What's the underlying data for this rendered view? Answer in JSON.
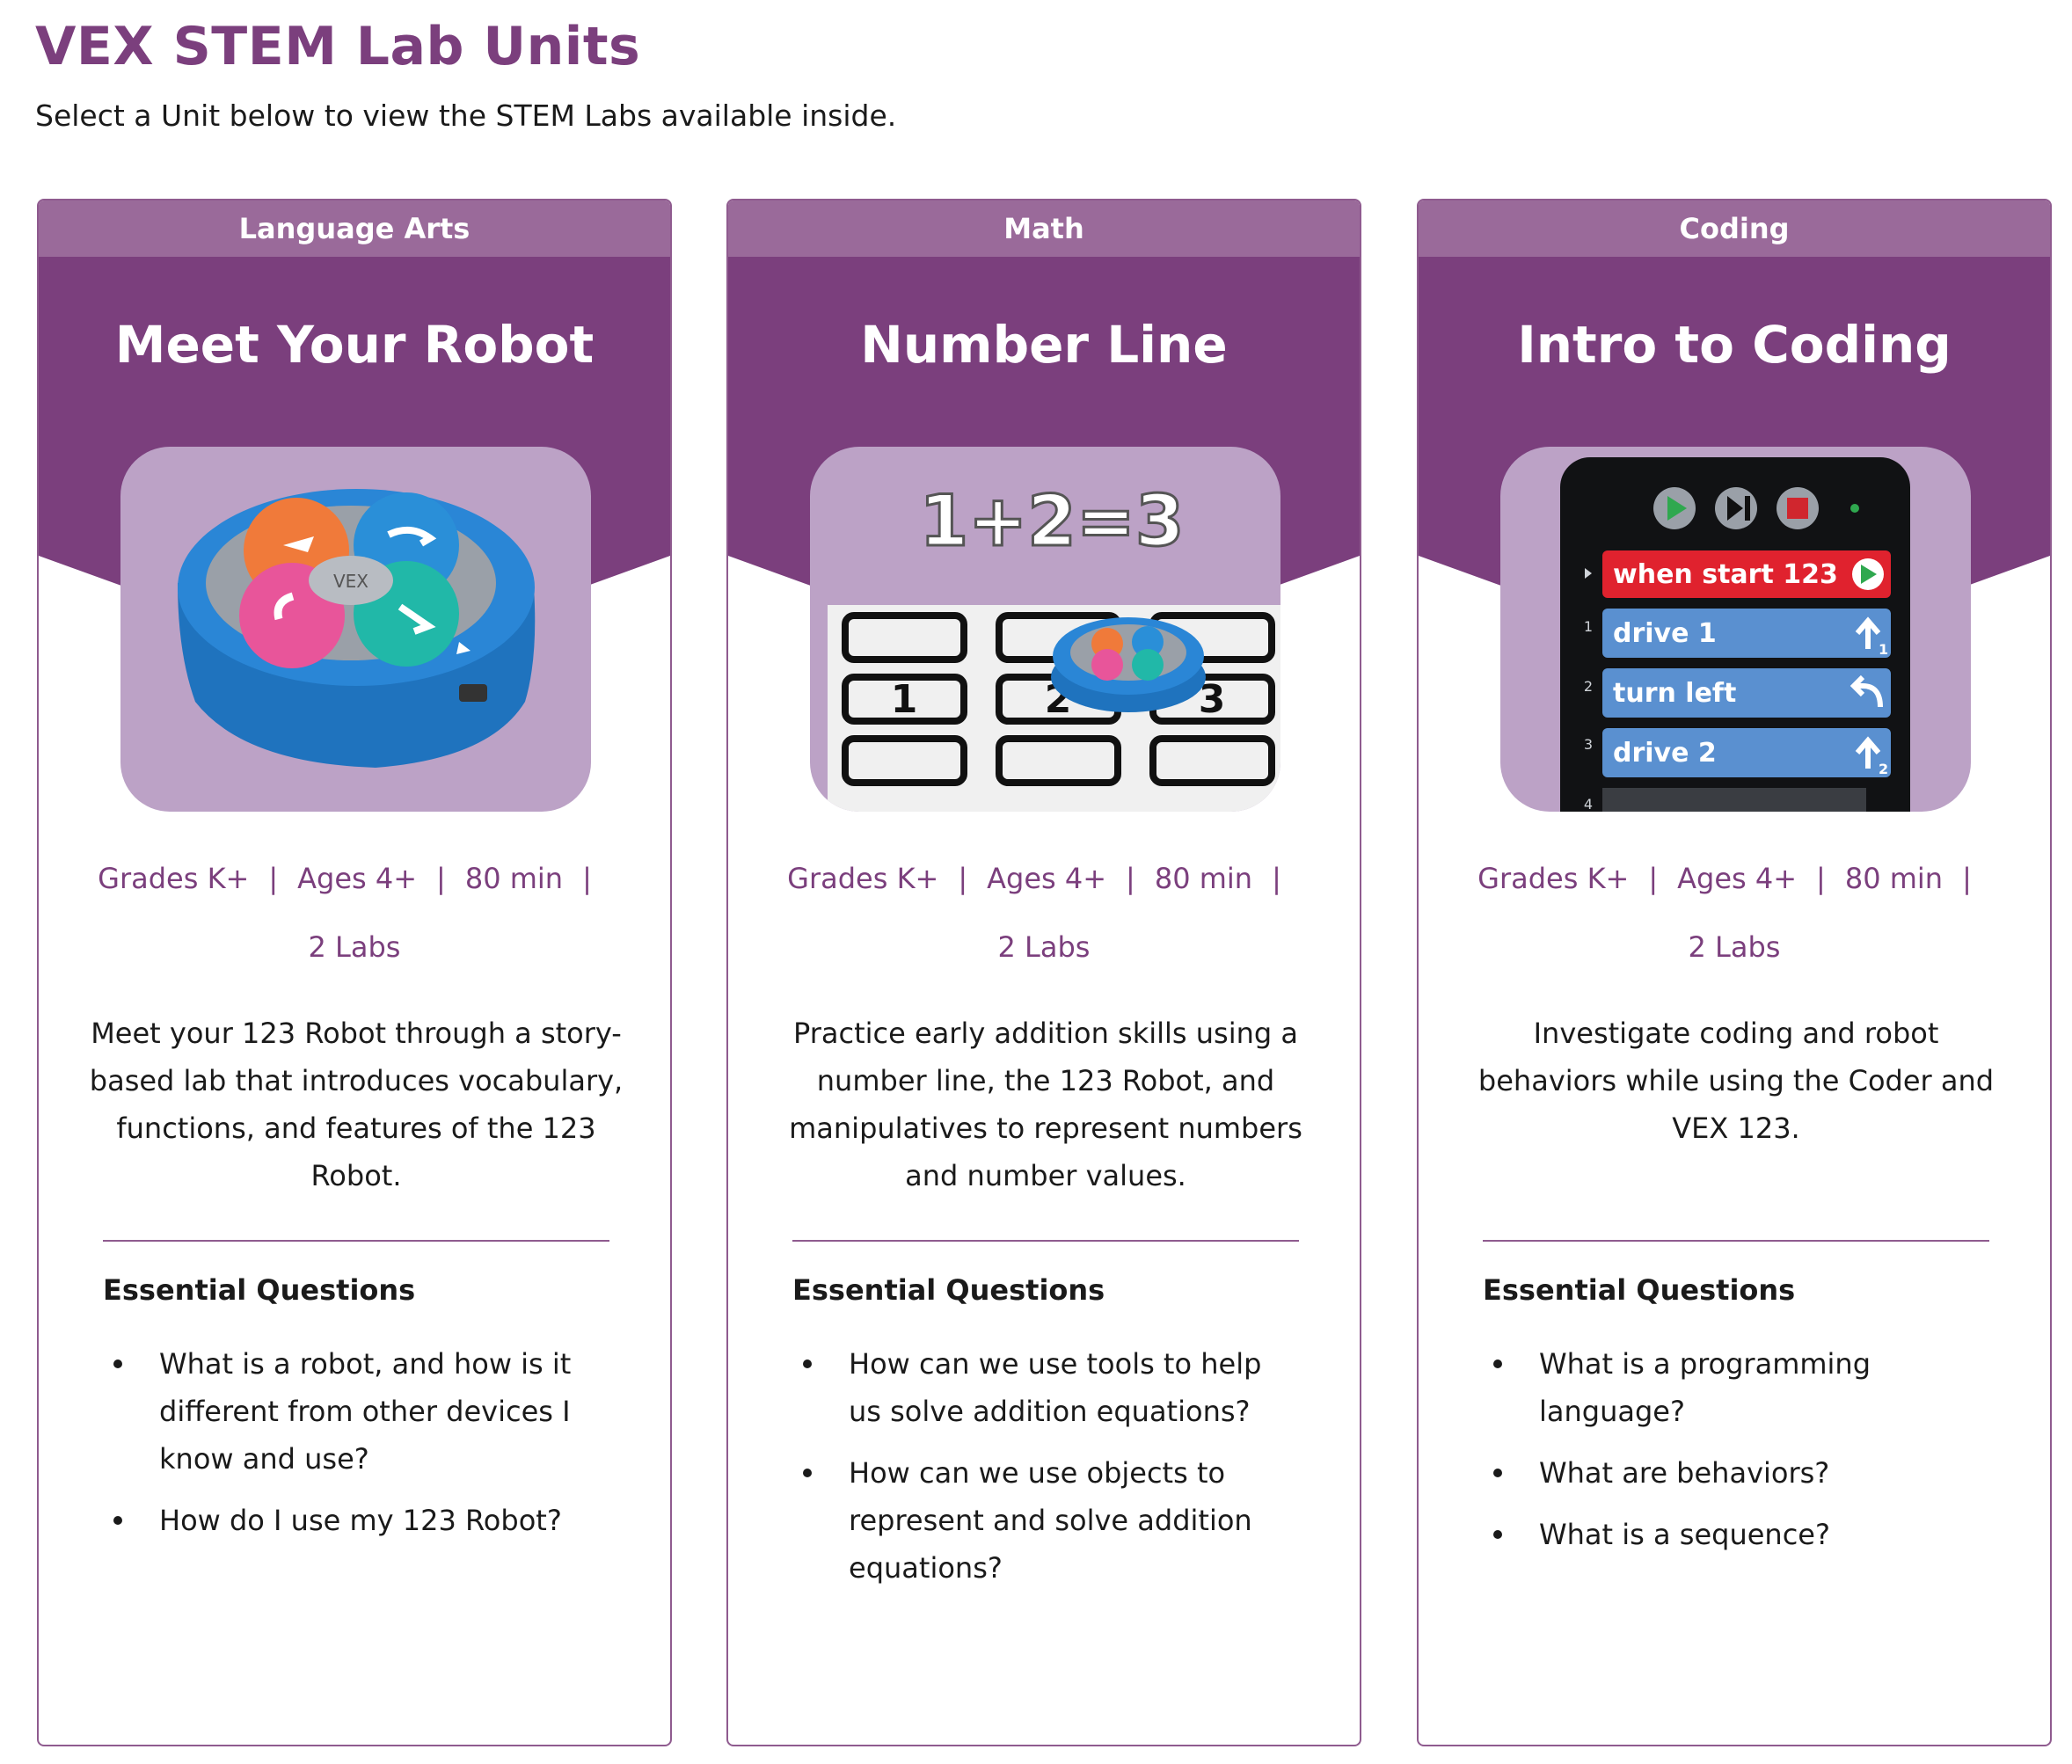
{
  "page": {
    "title": "VEX STEM Lab Units",
    "subtitle": "Select a Unit below to view the STEM Labs available inside."
  },
  "colors": {
    "brand_purple": "#7b3f7d",
    "subject_bar": "#9a6a9a",
    "image_bg": "#bca2c6",
    "border": "#8f5b8f"
  },
  "units": [
    {
      "subject": "Language Arts",
      "title": "Meet Your Robot",
      "grades": "Grades K+",
      "ages": "Ages 4+",
      "duration": "80 min",
      "labs": "2 Labs",
      "description": "Meet your 123 Robot through a story-based lab that introduces vocabulary, functions, and features of the 123 Robot.",
      "eq_heading": "Essential Questions",
      "questions": [
        "What is a robot, and how is it different from other devices I know and use?",
        "How do I use my 123 Robot?"
      ]
    },
    {
      "subject": "Math",
      "title": "Number Line",
      "image_equation": "1+2=3",
      "tile_labels": [
        "1",
        "2",
        "3"
      ],
      "grades": "Grades K+",
      "ages": "Ages 4+",
      "duration": "80 min",
      "labs": "2 Labs",
      "description": "Practice early addition skills using a number line, the 123 Robot, and manipulatives to represent numbers and number values.",
      "eq_heading": "Essential Questions",
      "questions": [
        "How can we use tools to help us solve addition equations?",
        "How can we use objects to represent and solve addition equations?"
      ]
    },
    {
      "subject": "Coding",
      "title": "Intro to Coding",
      "coder": {
        "line_numbers": [
          "1",
          "2",
          "3",
          "4"
        ],
        "blocks": [
          "when start 123",
          "drive 1",
          "turn left",
          "drive 2"
        ],
        "badges": [
          "1",
          "2"
        ]
      },
      "grades": "Grades K+",
      "ages": "Ages 4+",
      "duration": "80 min",
      "labs": "2 Labs",
      "description": "Investigate coding and robot behaviors while using the Coder and VEX 123.",
      "eq_heading": "Essential Questions",
      "questions": [
        "What is a programming language?",
        "What are behaviors?",
        "What is a sequence?"
      ]
    }
  ],
  "separator": "|"
}
